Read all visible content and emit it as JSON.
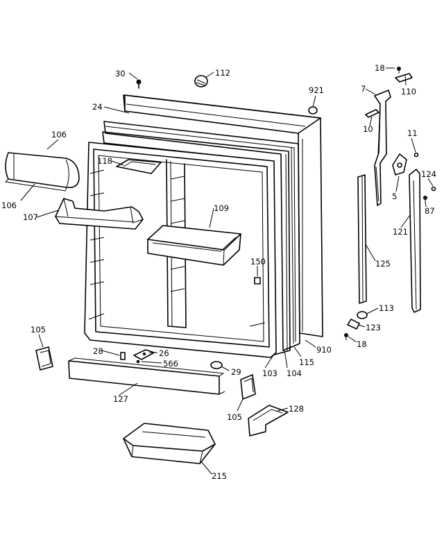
{
  "diagram": {
    "callouts": [
      {
        "id": "c30",
        "label": "30"
      },
      {
        "id": "c112",
        "label": "112"
      },
      {
        "id": "c18a",
        "label": "18"
      },
      {
        "id": "c110",
        "label": "110"
      },
      {
        "id": "c7",
        "label": "7"
      },
      {
        "id": "c921",
        "label": "921"
      },
      {
        "id": "c24",
        "label": "24"
      },
      {
        "id": "c10",
        "label": "10"
      },
      {
        "id": "c106a",
        "label": "106"
      },
      {
        "id": "c11",
        "label": "11"
      },
      {
        "id": "c118",
        "label": "118"
      },
      {
        "id": "c124",
        "label": "124"
      },
      {
        "id": "c106b",
        "label": "106"
      },
      {
        "id": "c5",
        "label": "5"
      },
      {
        "id": "c87",
        "label": "87"
      },
      {
        "id": "c109",
        "label": "109"
      },
      {
        "id": "c107",
        "label": "107"
      },
      {
        "id": "c121",
        "label": "121"
      },
      {
        "id": "c150",
        "label": "150"
      },
      {
        "id": "c125",
        "label": "125"
      },
      {
        "id": "c113",
        "label": "113"
      },
      {
        "id": "c123",
        "label": "123"
      },
      {
        "id": "c105a",
        "label": "105"
      },
      {
        "id": "c18b",
        "label": "18"
      },
      {
        "id": "c910",
        "label": "910"
      },
      {
        "id": "c28",
        "label": "28"
      },
      {
        "id": "c26",
        "label": "26"
      },
      {
        "id": "c566",
        "label": "566"
      },
      {
        "id": "c115",
        "label": "115"
      },
      {
        "id": "c29",
        "label": "29"
      },
      {
        "id": "c103",
        "label": "103"
      },
      {
        "id": "c104",
        "label": "104"
      },
      {
        "id": "c127",
        "label": "127"
      },
      {
        "id": "c105b",
        "label": "105"
      },
      {
        "id": "c128",
        "label": "128"
      },
      {
        "id": "c215",
        "label": "215"
      }
    ]
  }
}
